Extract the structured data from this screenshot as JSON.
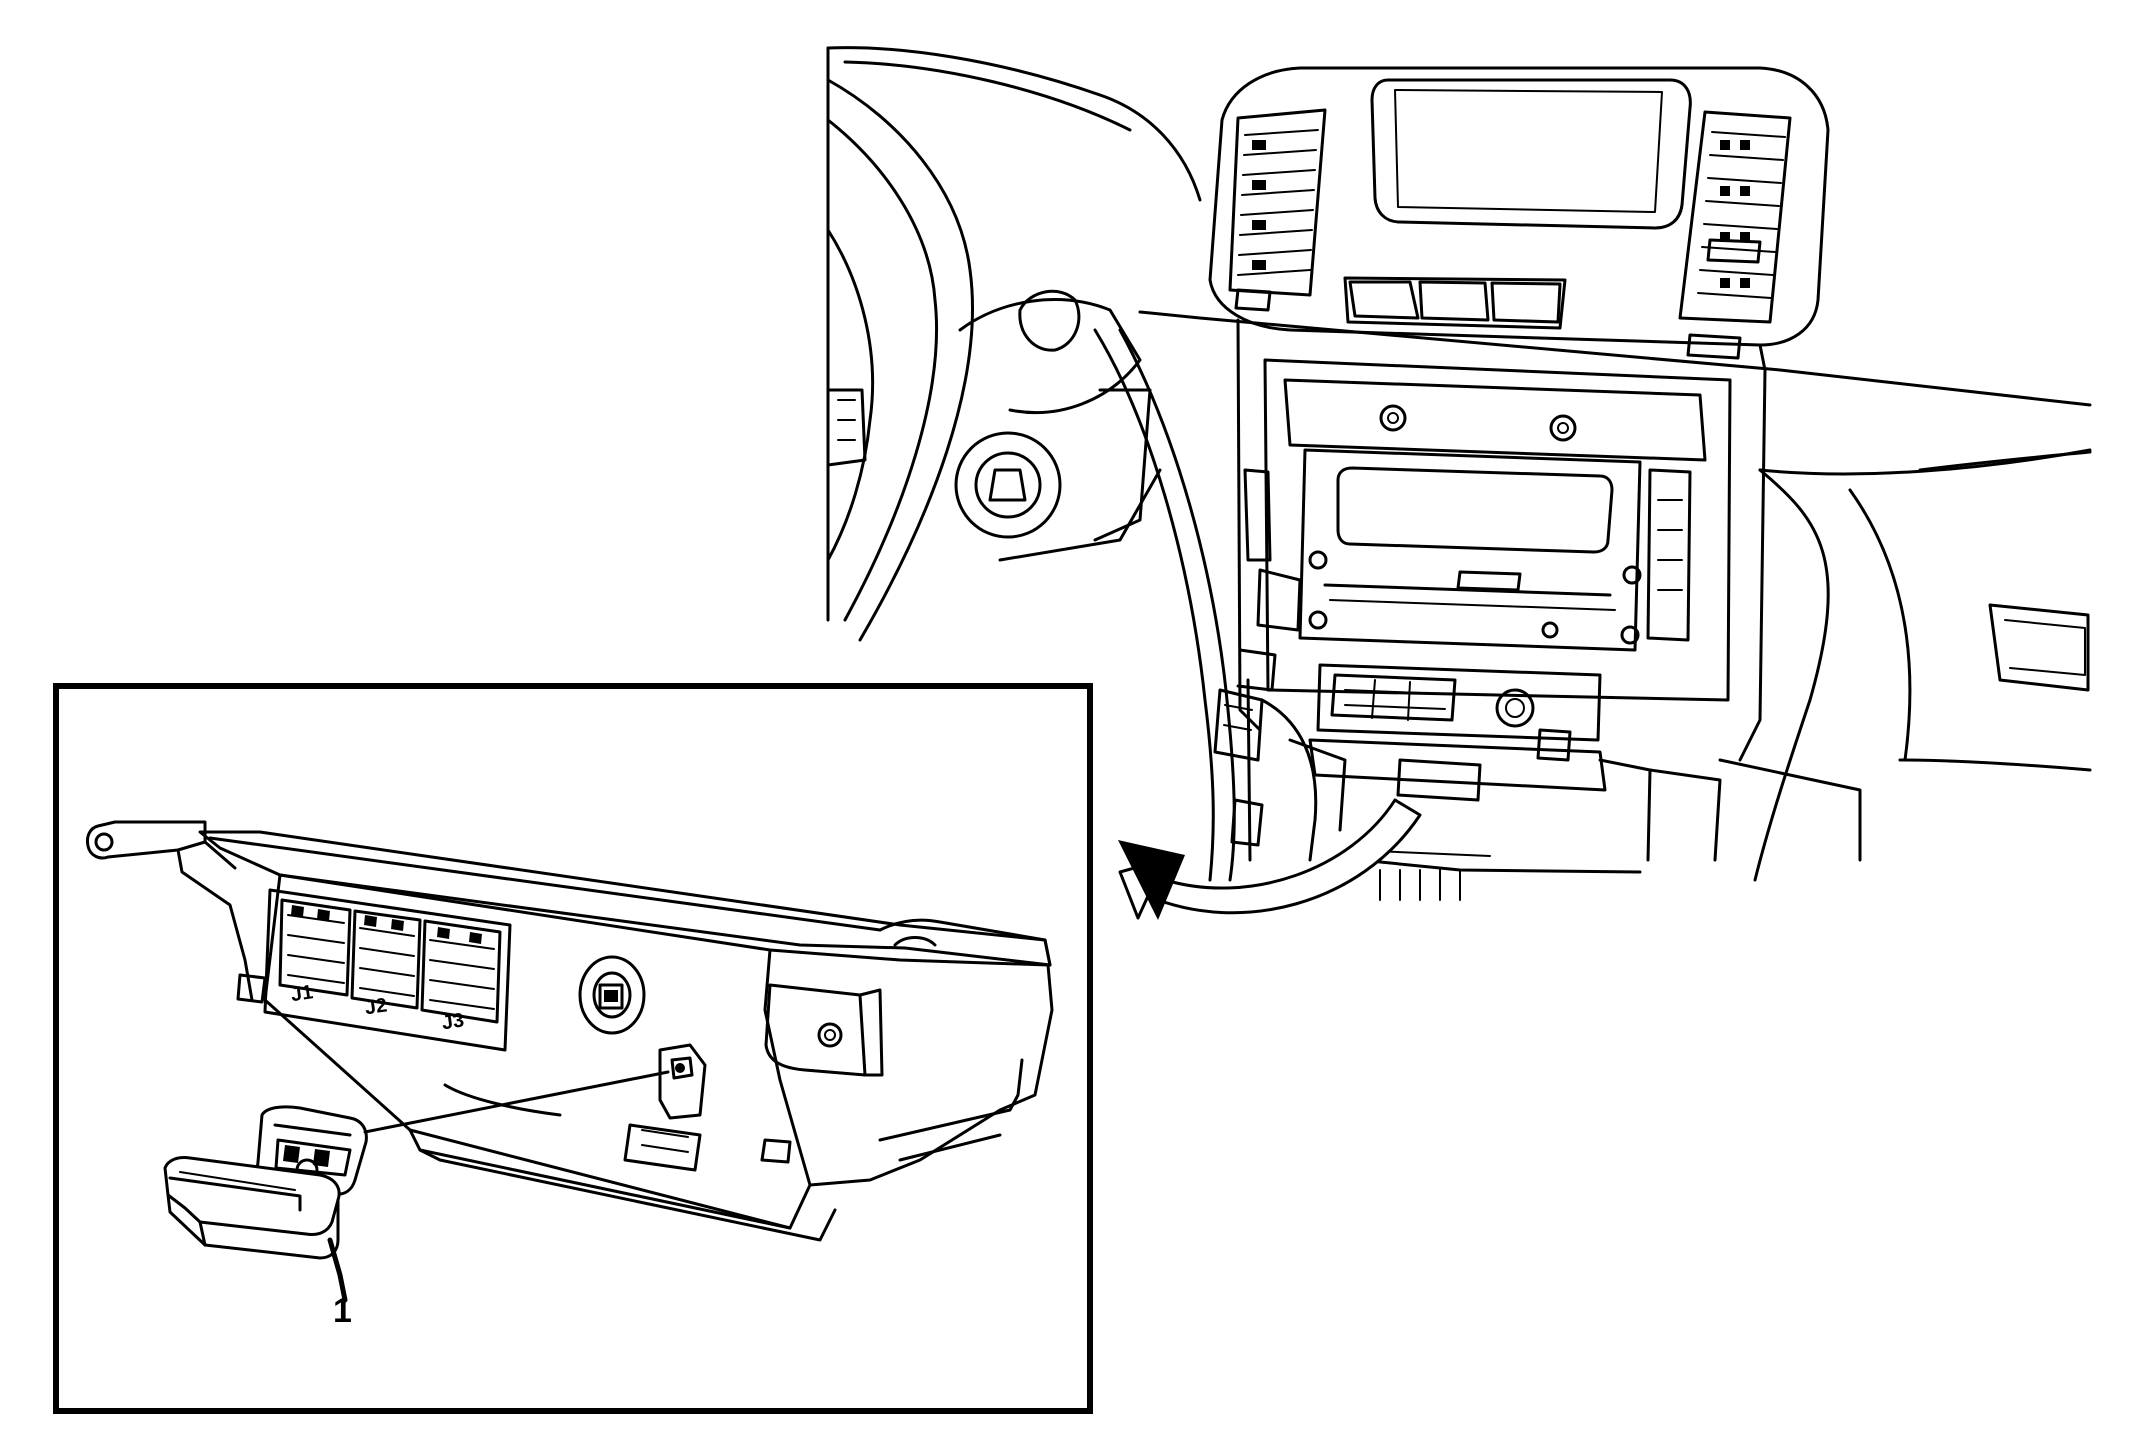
{
  "inset": {
    "connector_labels": [
      "J1",
      "J2",
      "J3"
    ],
    "callout": "1"
  }
}
